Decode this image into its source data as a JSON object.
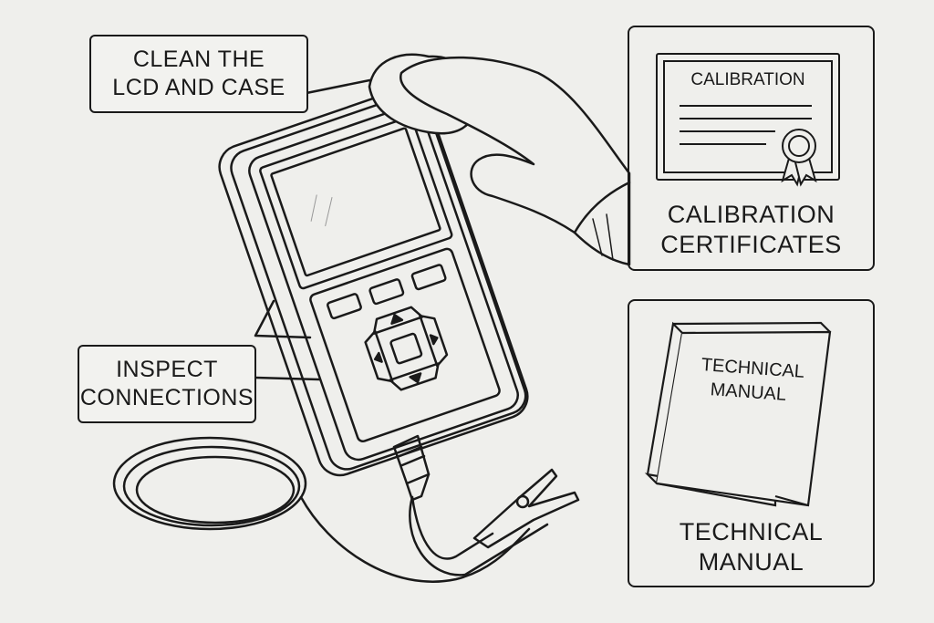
{
  "labels": {
    "clean": [
      "CLEAN THE",
      "LCD AND CASE"
    ],
    "inspect": [
      "INSPECT",
      "CONNECTIONS"
    ]
  },
  "calibration_panel": {
    "certificate_title": "CALIBRATION",
    "caption": [
      "CALIBRATION",
      "CERTIFICATES"
    ]
  },
  "manual_panel": {
    "book_title": [
      "TECHNICAL",
      "MANUAL"
    ],
    "caption": [
      "TECHNICAL",
      "MANUAL"
    ]
  },
  "colors": {
    "background": "#efefec",
    "ink": "#1a1a1a"
  }
}
